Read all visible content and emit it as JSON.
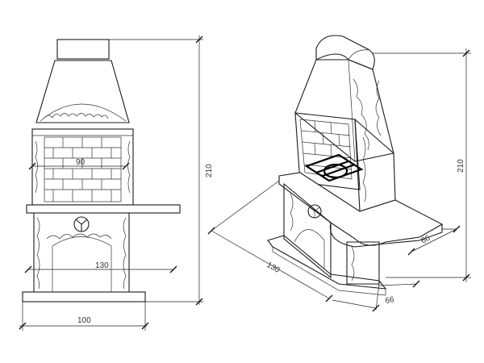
{
  "front_view": {
    "width_label": "100",
    "height_label": "210",
    "firebox_label": "90",
    "base_label": "130"
  },
  "iso_view": {
    "height_label": "210",
    "length_label": "130",
    "side_label": "66",
    "front_label": "66"
  }
}
